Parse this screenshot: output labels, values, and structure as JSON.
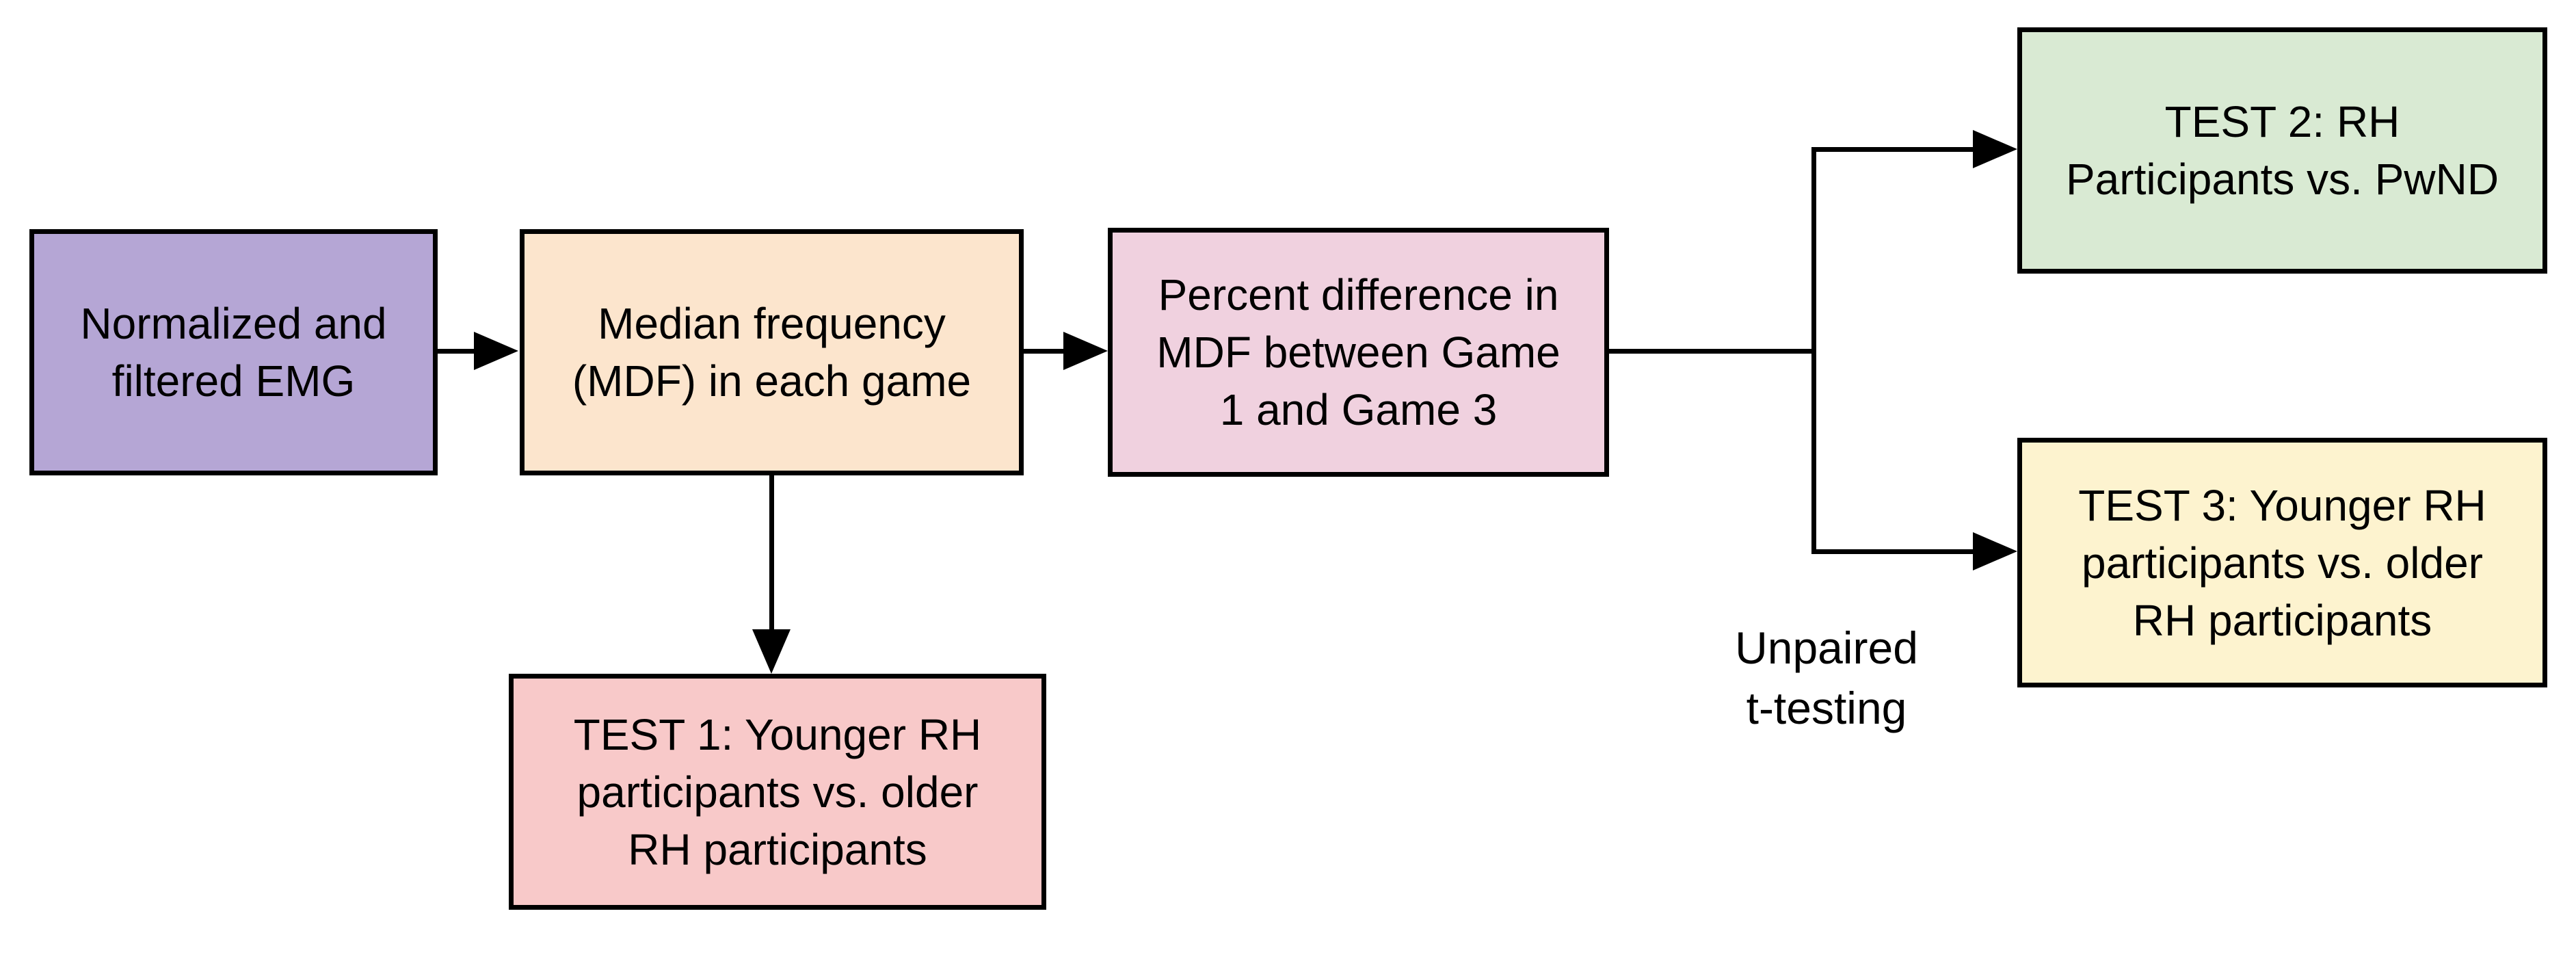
{
  "diagram": {
    "background": "#ffffff",
    "line_color": "#000000",
    "boxes": {
      "normalized_emg": {
        "fill": "#b5a6d5",
        "lines": [
          "Normalized and",
          "filtered EMG"
        ]
      },
      "median_frequency": {
        "fill": "#fce5cd",
        "lines": [
          "Median frequency",
          "(MDF) in each game"
        ]
      },
      "percent_difference": {
        "fill": "#f0d1df",
        "lines": [
          "Percent difference in",
          "MDF between Game",
          "1 and Game 3"
        ]
      },
      "test_1": {
        "fill": "#f8c9c9",
        "lines": [
          "TEST 1: Younger RH",
          "participants vs. older",
          "RH participants"
        ]
      },
      "test_2": {
        "fill": "#d9ead3",
        "lines": [
          "TEST 2: RH",
          "Participants vs. PwND"
        ]
      },
      "test_3": {
        "fill": "#fdf3cf",
        "lines": [
          "TEST 3: Younger RH",
          "participants vs. older",
          "RH participants"
        ]
      }
    },
    "labels": {
      "unpaired": {
        "lines": [
          "Unpaired",
          "t-testing"
        ]
      }
    }
  }
}
